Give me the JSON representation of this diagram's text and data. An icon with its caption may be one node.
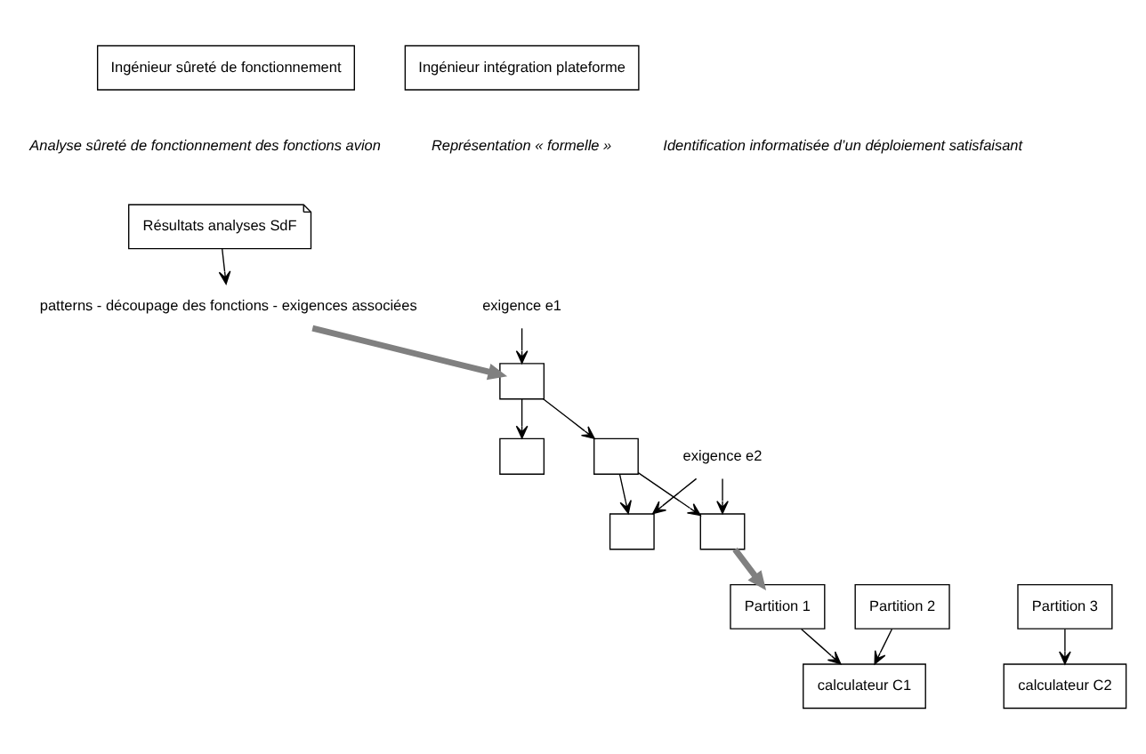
{
  "diagram": {
    "nodes": [
      {
        "text": [
          "Ingénieur sûreté de fonctionnement"
        ]
      },
      {
        "text": [
          "Ingénieur intégration plateforme"
        ]
      },
      {
        "text": [
          "Résultats analyses SdF"
        ]
      },
      {
        "text": [
          "patterns - découpage des fonctions - exigences associées"
        ]
      },
      {
        "text": [],
        "shape": "box"
      },
      {
        "text": [],
        "shape": "box"
      },
      {
        "text": [],
        "shape": "box"
      },
      {
        "text": [],
        "shape": "box"
      },
      {
        "text": [],
        "shape": "box"
      },
      {
        "text": [
          "exigence e1"
        ]
      },
      {
        "text": [
          "exigence e2"
        ]
      },
      {
        "text": [
          "Partition 1"
        ]
      },
      {
        "text": [
          "Partition 2"
        ]
      },
      {
        "text": [
          "Partition 3"
        ]
      },
      {
        "text": [
          "calculateur C1"
        ]
      },
      {
        "text": [
          "calculateur C2"
        ]
      }
    ],
    "edges": [
      {
        "from": 2,
        "to": 3,
        "arrow": "to"
      },
      {
        "from": 3,
        "to": 4,
        "arrow": "to",
        "style": "thick",
        "color": "#808080"
      },
      {
        "from": 9,
        "to": 4,
        "arrow": "to"
      },
      {
        "from": 4,
        "to": 5,
        "arrow": "to"
      },
      {
        "from": 4,
        "to": 6,
        "arrow": "to"
      },
      {
        "from": 6,
        "to": 7,
        "arrow": "to"
      },
      {
        "from": 6,
        "to": 8,
        "arrow": "to"
      },
      {
        "from": 10,
        "to": 7,
        "arrow": "to"
      },
      {
        "from": 10,
        "to": 8,
        "arrow": "to"
      },
      {
        "from": 8,
        "to": 11,
        "arrow": "to",
        "style": "thick",
        "color": "#808080"
      },
      {
        "from": 11,
        "to": 14,
        "arrow": "to"
      },
      {
        "from": 12,
        "to": 14,
        "arrow": "to"
      },
      {
        "from": 13,
        "to": 15,
        "arrow": "to"
      }
    ],
    "labels": [
      "Analyse sûreté de fonctionnement des fonctions avion",
      "Représentation « formelle »",
      "Identification informatisée d’un déploiement satisfaisant"
    ]
  }
}
